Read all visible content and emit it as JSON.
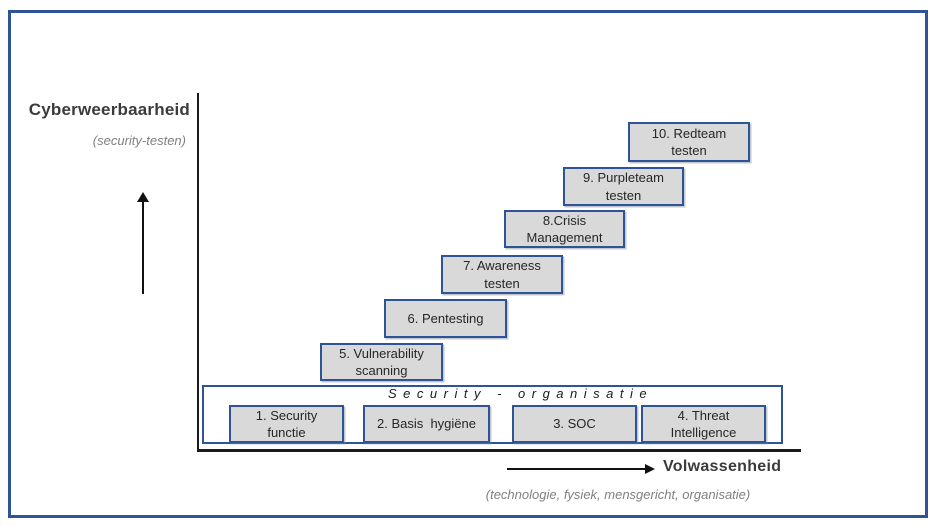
{
  "diagram": {
    "y_axis": {
      "title": "Cyberweerbaarheid",
      "subtitle": "(security-testen)"
    },
    "x_axis": {
      "title": "Volwassenheid",
      "subtitle": "(technologie, fysiek, mensgericht, organisatie)"
    },
    "organisation_band": {
      "label": "Security - organisatie",
      "stages": [
        {
          "label": "1. Security\nfunctie"
        },
        {
          "label": "2. Basis  hygiëne"
        },
        {
          "label": "3. SOC"
        },
        {
          "label": "4. Threat\nIntelligence"
        }
      ]
    },
    "stairs": [
      {
        "label": "5. Vulnerability\nscanning"
      },
      {
        "label": "6. Pentesting"
      },
      {
        "label": "7. Awareness\ntesten"
      },
      {
        "label": "8.Crisis\nManagement"
      },
      {
        "label": "9. Purpleteam\ntesten"
      },
      {
        "label": "10. Redteam\ntesten"
      }
    ],
    "colors": {
      "box_fill": "#d9d9d9",
      "box_border": "#2f5496",
      "frame_border": "#2f5496",
      "axis": "#1a1a1a",
      "title_text": "#3b3b3b",
      "subtitle_text": "#808080"
    }
  }
}
